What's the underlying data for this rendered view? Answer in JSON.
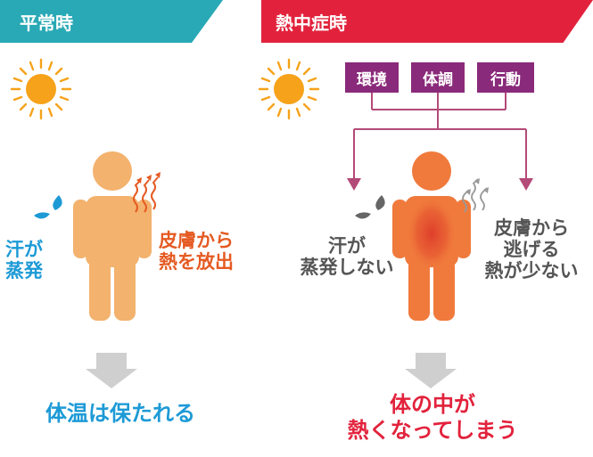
{
  "colors": {
    "normal_banner": "#29a9b5",
    "heatstroke_banner": "#e2223c",
    "cause_box": "#8a2a7a",
    "connector": "#b34a78",
    "body_normal": "#f3b26d",
    "body_heat": "#f07a3c",
    "body_heat_core": "#dd3b2a",
    "sweat_blue": "#1d9ad6",
    "sweat_gray": "#666666",
    "heat_release_orange": "#e55a22",
    "down_arrow": "#cfcfcf",
    "sun": "#f6a21a",
    "result_blue": "#1d9ad6",
    "result_red": "#e2223c"
  },
  "normal": {
    "title": "平常時",
    "sweat_label": [
      "汗が",
      "蒸発"
    ],
    "heat_label": [
      "皮膚から",
      "熱を放出"
    ],
    "result": "体温は保たれる"
  },
  "heatstroke": {
    "title": "熱中症時",
    "causes": [
      "環境",
      "体調",
      "行動"
    ],
    "sweat_label": [
      "汗が",
      "蒸発しない"
    ],
    "heat_label": [
      "皮膚から",
      "逃げる",
      "熱が少ない"
    ],
    "result": [
      "体の中が",
      "熱くなってしまう"
    ]
  }
}
